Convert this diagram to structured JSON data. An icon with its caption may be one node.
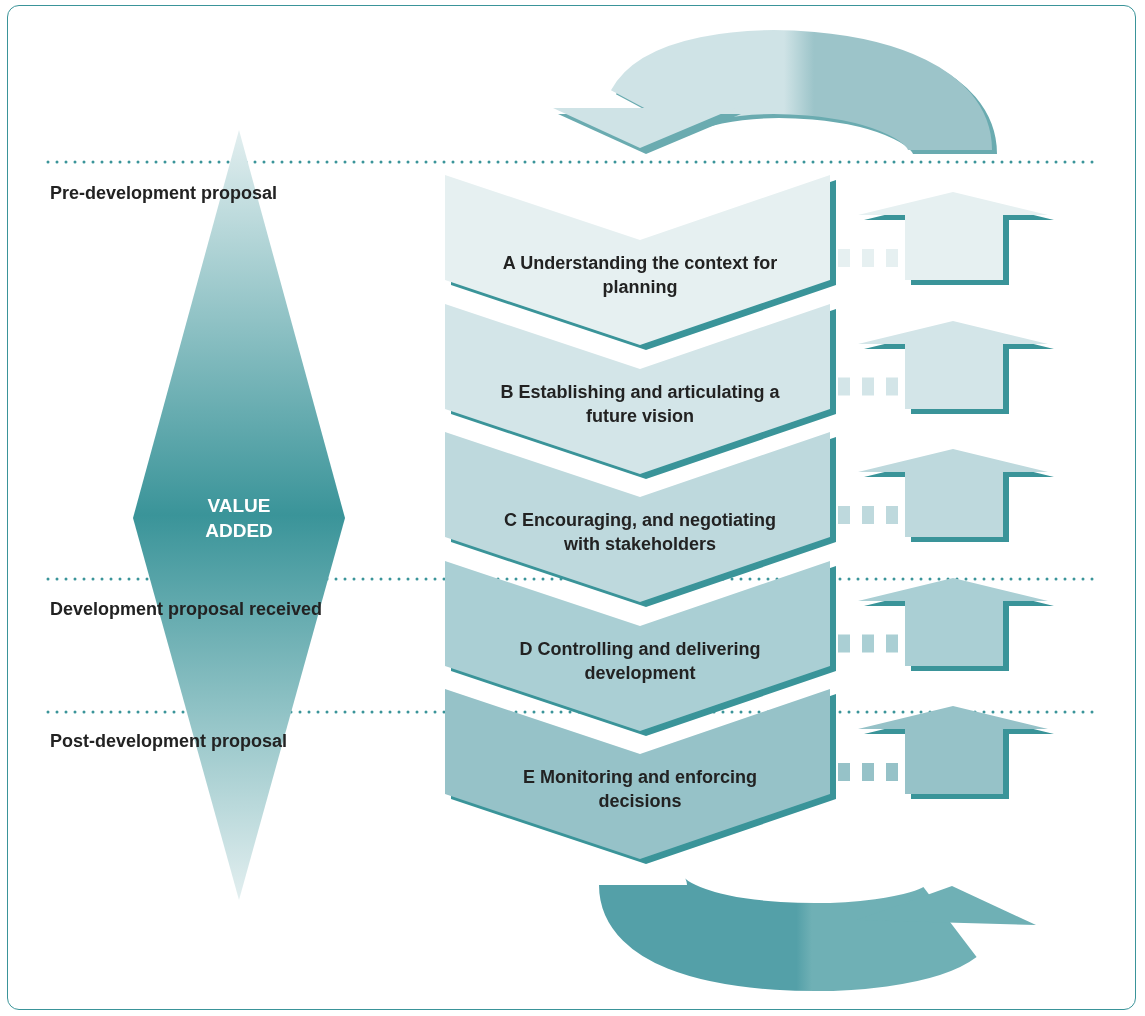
{
  "diagram": {
    "nodes": [
      {
        "text": [
          "VALUE ADDED"
        ]
      },
      {
        "text": [
          "A Understanding the context for planning"
        ]
      },
      {
        "text": [
          "B Establishing and articulating a future vision"
        ]
      },
      {
        "text": [
          "C Encouraging, and negotiating with stakeholders"
        ]
      },
      {
        "text": [
          "D Controlling and delivering development"
        ]
      },
      {
        "text": [
          "E Monitoring and enforcing decisions"
        ]
      },
      {
        "text": [],
        "shape": "arrow"
      },
      {
        "text": [],
        "shape": "arrow"
      },
      {
        "text": [],
        "shape": "arrow"
      },
      {
        "text": [],
        "shape": "arrow"
      },
      {
        "text": [],
        "shape": "arrow"
      }
    ],
    "edges": [
      {
        "from": 1,
        "to": 6,
        "arrow": "none",
        "style": "dashed"
      },
      {
        "from": 2,
        "to": 7,
        "arrow": "none",
        "style": "dashed"
      },
      {
        "from": 3,
        "to": 8,
        "arrow": "none",
        "style": "dashed"
      },
      {
        "from": 4,
        "to": 9,
        "arrow": "none",
        "style": "dashed"
      },
      {
        "from": 5,
        "to": 10,
        "arrow": "none",
        "style": "dashed"
      }
    ],
    "labels": [
      "Pre-development proposal",
      "Development proposal received",
      "Post-development proposal"
    ]
  }
}
